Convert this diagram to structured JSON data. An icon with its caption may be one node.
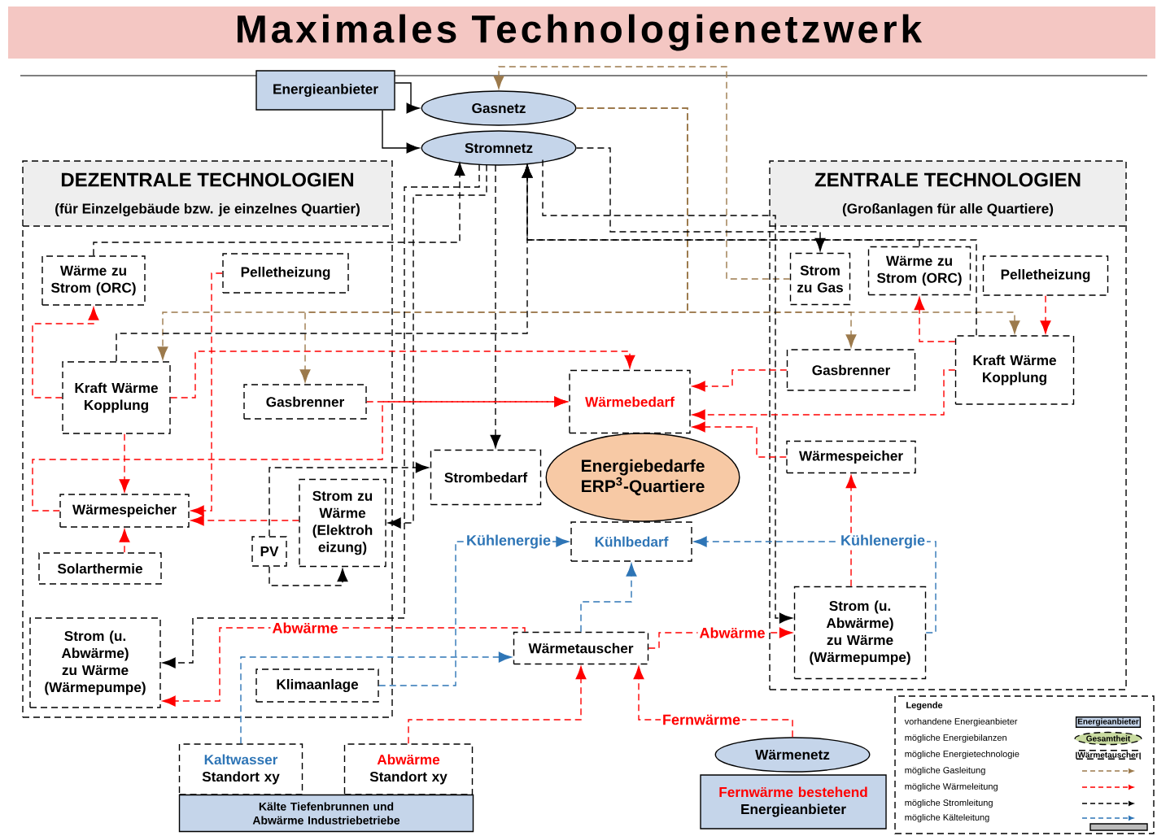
{
  "diagram": {
    "title": "Maximales Technologienetzwerk",
    "nodes": [
      {
        "text": [
          "Energieanbieter"
        ]
      },
      {
        "text": [
          "Gasnetz"
        ]
      },
      {
        "text": [
          "Stromnetz"
        ]
      },
      {
        "text": [
          "DEZENTRALE TECHNOLOGIEN",
          "(für Einzelgebäude bzw. je einzelnes Quartier)"
        ]
      },
      {
        "text": [
          "Wärme zu Strom (ORC)"
        ],
        "in": 3
      },
      {
        "text": [
          "Pelletheizung"
        ],
        "in": 3
      },
      {
        "text": [
          "Kraft Wärme Kopplung"
        ],
        "in": 3
      },
      {
        "text": [
          "Gasbrenner"
        ],
        "in": 3
      },
      {
        "text": [
          "Wärmespeicher"
        ],
        "in": 3
      },
      {
        "text": [
          "Solarthermie"
        ],
        "in": 3
      },
      {
        "text": [
          "PV"
        ],
        "in": 3
      },
      {
        "text": [
          "Strom zu Wärme (Elektroh eizung)"
        ],
        "in": 3
      },
      {
        "text": [
          "Strom (u. Abwärme) zu Wärme (Wärmepumpe)"
        ],
        "in": 3
      },
      {
        "text": [
          "Klimaanlage"
        ],
        "in": 3
      },
      {
        "text": [
          "ZENTRALE TECHNOLOGIEN",
          "(Großanlagen für alle Quartiere)"
        ]
      },
      {
        "text": [
          "Strom zu Gas"
        ],
        "in": 14
      },
      {
        "text": [
          "Wärme zu Strom (ORC)"
        ],
        "in": 14
      },
      {
        "text": [
          "Pelletheizung"
        ],
        "in": 14
      },
      {
        "text": [
          "Gasbrenner"
        ],
        "in": 14
      },
      {
        "text": [
          "Kraft Wärme Kopplung"
        ],
        "in": 14
      },
      {
        "text": [
          "Wärmespeicher"
        ],
        "in": 14
      },
      {
        "text": [
          "Strom (u. Abwärme) zu Wärme (Wärmepumpe)"
        ],
        "in": 14
      },
      {
        "text": [
          "Wärmebedarf"
        ]
      },
      {
        "text": [
          "Strombedarf"
        ]
      },
      {
        "text": [
          "Energiebedarfe ERP$^{3}$-Quartiere"
        ]
      },
      {
        "text": [
          "Kühlbedarf"
        ]
      },
      {
        "text": [
          "Wärmetauscher"
        ]
      },
      {
        "text": [
          "Kaltwasser",
          "Standort xy"
        ]
      },
      {
        "text": [
          "Abwärme",
          "Standort xy"
        ]
      },
      {
        "text": [
          "Kälte Tiefenbrunnen und Abwärme Industriebetriebe"
        ]
      },
      {
        "text": [
          "Wärmenetz"
        ]
      },
      {
        "text": [
          "Fernwärme bestehend",
          "Energieanbieter"
        ]
      }
    ],
    "edges": [
      {
        "from": 0,
        "to": 1,
        "arrow": "to",
        "color": "#000000"
      },
      {
        "from": 0,
        "to": 2,
        "arrow": "to",
        "color": "#000000"
      },
      {
        "from": 1,
        "to": 6,
        "arrow": "to",
        "style": "dashed",
        "color": "#9c7a4c"
      },
      {
        "from": 1,
        "to": 7,
        "arrow": "to",
        "style": "dashed",
        "color": "#9c7a4c"
      },
      {
        "from": 1,
        "to": 18,
        "arrow": "to",
        "style": "dashed",
        "color": "#9c7a4c"
      },
      {
        "from": 1,
        "to": 19,
        "arrow": "to",
        "style": "dashed",
        "color": "#9c7a4c"
      },
      {
        "from": 15,
        "to": 1,
        "arrow": "to",
        "style": "dashed",
        "color": "#9c7a4c"
      },
      {
        "from": 2,
        "to": 23,
        "arrow": "to",
        "style": "dashed",
        "color": "#000000"
      },
      {
        "from": 4,
        "to": 2,
        "arrow": "to",
        "style": "dashed",
        "color": "#000000"
      },
      {
        "from": 6,
        "to": 2,
        "arrow": "to",
        "style": "dashed",
        "color": "#000000"
      },
      {
        "from": 19,
        "to": 2,
        "arrow": "to",
        "style": "dashed",
        "color": "#000000"
      },
      {
        "from": 16,
        "to": 2,
        "arrow": "to",
        "style": "dashed",
        "color": "#000000"
      },
      {
        "from": 2,
        "to": 15,
        "arrow": "to",
        "style": "dashed",
        "color": "#000000"
      },
      {
        "from": 2,
        "to": 11,
        "arrow": "to",
        "style": "dashed",
        "color": "#000000"
      },
      {
        "from": 2,
        "to": 12,
        "arrow": "to",
        "style": "dashed",
        "color": "#000000"
      },
      {
        "from": 2,
        "to": 21,
        "arrow": "to",
        "style": "dashed",
        "color": "#000000"
      },
      {
        "from": 10,
        "to": 23,
        "arrow": "to",
        "style": "dashed",
        "color": "#000000"
      },
      {
        "from": 10,
        "to": 11,
        "arrow": "to",
        "style": "dashed",
        "color": "#000000"
      },
      {
        "from": 6,
        "to": 22,
        "arrow": "to",
        "style": "dashed",
        "color": "#ff0000"
      },
      {
        "from": 7,
        "to": 22,
        "arrow": "to",
        "style": "dashed",
        "color": "#ff0000"
      },
      {
        "from": 5,
        "to": 8,
        "arrow": "to",
        "style": "dashed",
        "color": "#ff0000"
      },
      {
        "from": 6,
        "to": 8,
        "arrow": "to",
        "style": "dashed",
        "color": "#ff0000"
      },
      {
        "from": 9,
        "to": 8,
        "arrow": "to",
        "style": "dashed",
        "color": "#ff0000"
      },
      {
        "from": 8,
        "to": 22,
        "arrow": "to",
        "style": "dashed",
        "color": "#ff0000"
      },
      {
        "from": 11,
        "to": 8,
        "arrow": "to",
        "style": "dashed",
        "color": "#ff0000"
      },
      {
        "from": 18,
        "to": 22,
        "arrow": "to",
        "style": "dashed",
        "color": "#ff0000"
      },
      {
        "from": 19,
        "to": 22,
        "arrow": "to",
        "style": "dashed",
        "color": "#ff0000"
      },
      {
        "from": 19,
        "to": 16,
        "arrow": "to",
        "style": "dashed",
        "color": "#ff0000"
      },
      {
        "from": 17,
        "to": 19,
        "arrow": "to",
        "style": "dashed",
        "color": "#ff0000"
      },
      {
        "from": 20,
        "to": 22,
        "arrow": "to",
        "style": "dashed",
        "color": "#ff0000"
      },
      {
        "from": 21,
        "to": 20,
        "arrow": "to",
        "style": "dashed",
        "color": "#ff0000"
      },
      {
        "from": 6,
        "to": 4,
        "arrow": "to",
        "style": "dashed",
        "color": "#ff0000"
      },
      {
        "from": 26,
        "to": 12,
        "arrow": "to",
        "label": "Abwärme",
        "style": "dashed",
        "color": "#ff0000"
      },
      {
        "from": 28,
        "to": 26,
        "arrow": "to",
        "style": "dashed",
        "color": "#ff0000"
      },
      {
        "from": 30,
        "to": 26,
        "arrow": "to",
        "label": "Fernwärme",
        "style": "dashed",
        "color": "#ff0000"
      },
      {
        "from": 26,
        "to": 21,
        "arrow": "to",
        "label": "Abwärme",
        "style": "dashed",
        "color": "#ff0000"
      },
      {
        "from": 13,
        "to": 25,
        "arrow": "to",
        "label": "Kühlenergie",
        "style": "dashed",
        "color": "#2e75b6"
      },
      {
        "from": 27,
        "to": 26,
        "arrow": "to",
        "style": "dashed",
        "color": "#2e75b6"
      },
      {
        "from": 26,
        "to": 25,
        "arrow": "to",
        "style": "dashed",
        "color": "#2e75b6"
      },
      {
        "from": 21,
        "to": 25,
        "arrow": "to",
        "label": "Kühlenergie",
        "style": "dashed",
        "color": "#2e75b6"
      }
    ],
    "labels": [
      "Legende",
      "Energieanbieter",
      "Gesamtheit",
      "Wärmetauscher"
    ],
    "legend": [
      {
        "text": "vorhandene Energieanbieter"
      },
      {
        "text": "mögliche Energiebilanzen"
      },
      {
        "text": "mögliche Energietechnologie"
      },
      {
        "text": "mögliche Gasleitung"
      },
      {
        "text": "mögliche Wärmeleitung"
      },
      {
        "text": "mögliche Stromleitung"
      },
      {
        "text": "mögliche Kälteleitung"
      }
    ]
  }
}
